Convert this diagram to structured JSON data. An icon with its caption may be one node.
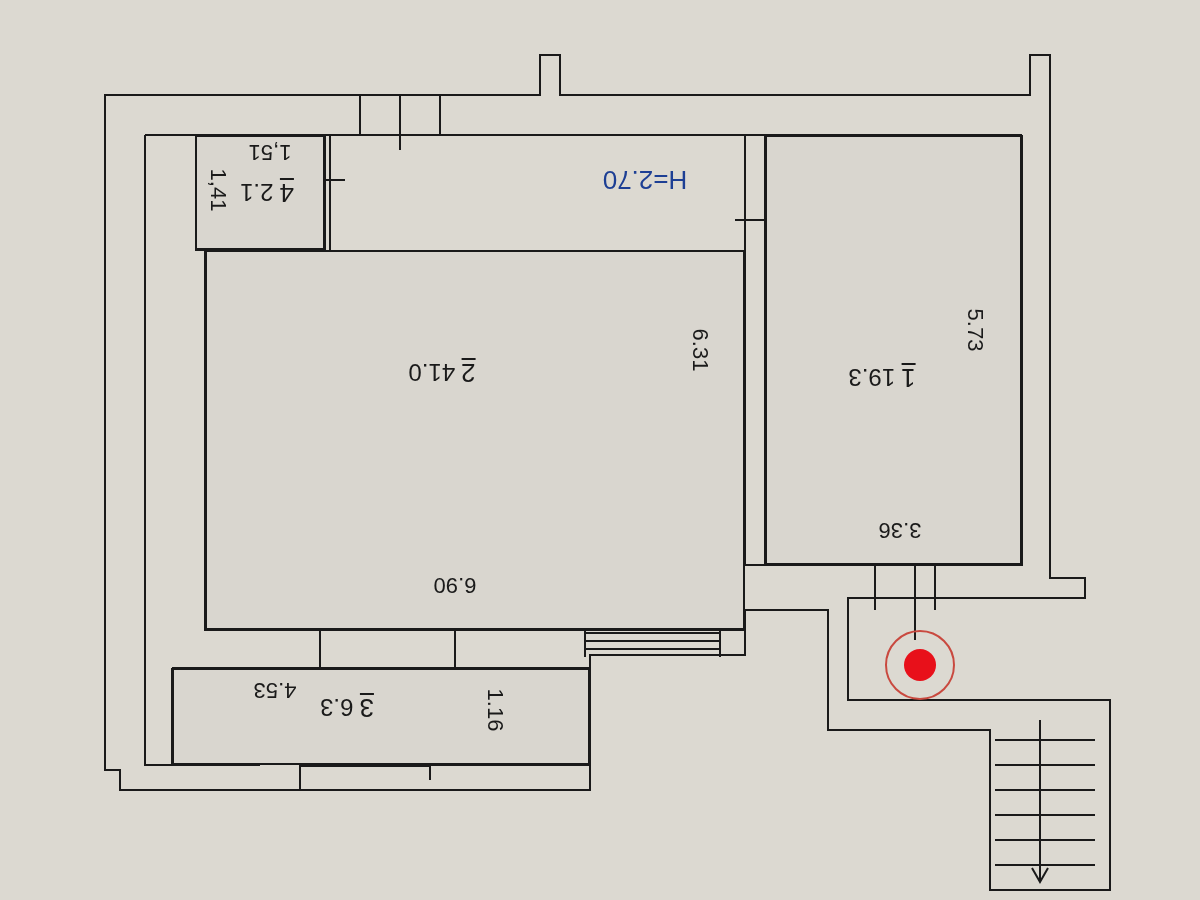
{
  "diagram": {
    "nodes": [
      {
        "text": [
          "2",
          "41.0"
        ]
      },
      {
        "text": [
          "4",
          "2.1"
        ]
      },
      {
        "text": [
          "1",
          "19.3"
        ]
      },
      {
        "text": [
          "3",
          "6.3"
        ]
      }
    ],
    "labels": [
      "Н=2.70",
      "1,51",
      "1,41",
      "6.31",
      "5.73",
      "3.36",
      "6.90",
      "4.53",
      "1.16"
    ]
  }
}
